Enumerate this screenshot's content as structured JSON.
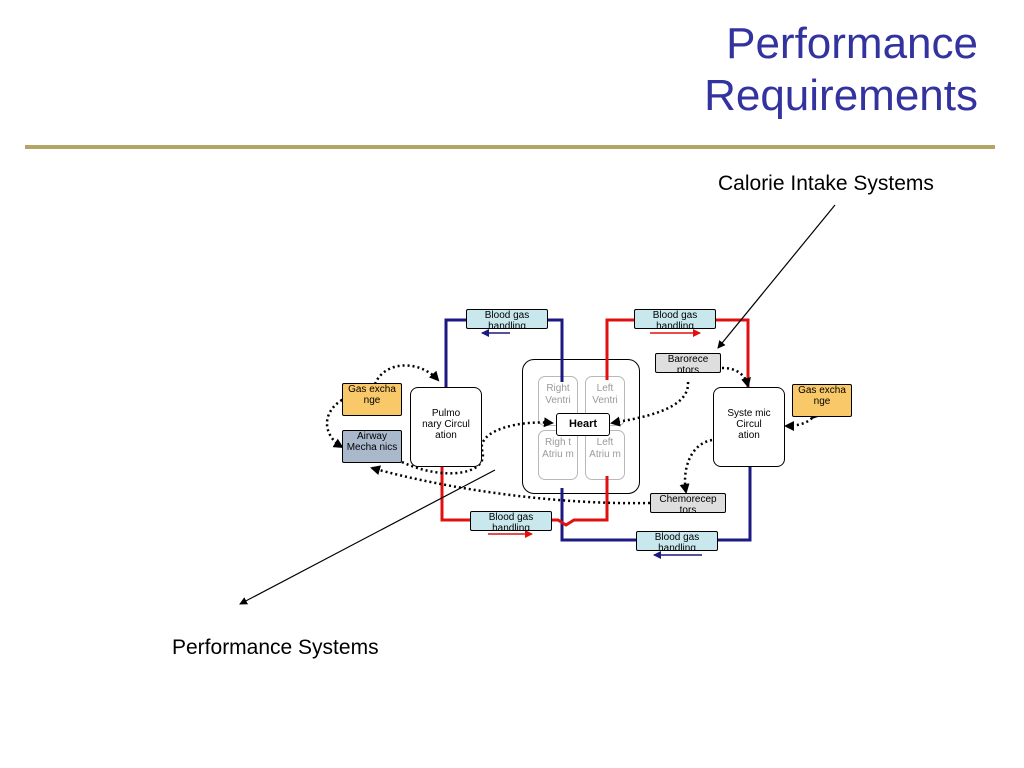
{
  "title": {
    "line1": "Performance",
    "line2": "Requirements"
  },
  "captions": {
    "calorie": "Calorie Intake Systems",
    "performance": "Performance Systems"
  },
  "boxes": {
    "blood_top_left": "Blood gas handling",
    "blood_top_right": "Blood gas handling",
    "blood_bottom_left": "Blood gas handling",
    "blood_bottom_right": "Blood gas handling",
    "baroreceptors": "Barorece ptors",
    "chemoreceptors": "Chemorecep tors",
    "gas_exchange_left": "Gas excha nge",
    "gas_exchange_right": "Gas excha nge",
    "airway_mechanics": "Airway Mecha nics",
    "pulmonary_circulation": "Pulmo nary Circul ation",
    "systemic_circulation": "Syste mic Circul ation",
    "heart": "Heart",
    "right_ventricle": "Right Ventri",
    "left_ventricle": "Left Ventri",
    "right_atrium": "Righ t Atriu m",
    "left_atrium": "Left Atriu m"
  },
  "colors": {
    "title": "#3333a0",
    "title_rule": "#b5a565",
    "deoxygenated_line": "#1a1a80",
    "oxygenated_line": "#e01010",
    "blood_gas_fill": "#c8e8ee",
    "gas_exchange_fill": "#f9c868",
    "airway_fill": "#aab8cc",
    "receptor_fill": "#dedede"
  }
}
